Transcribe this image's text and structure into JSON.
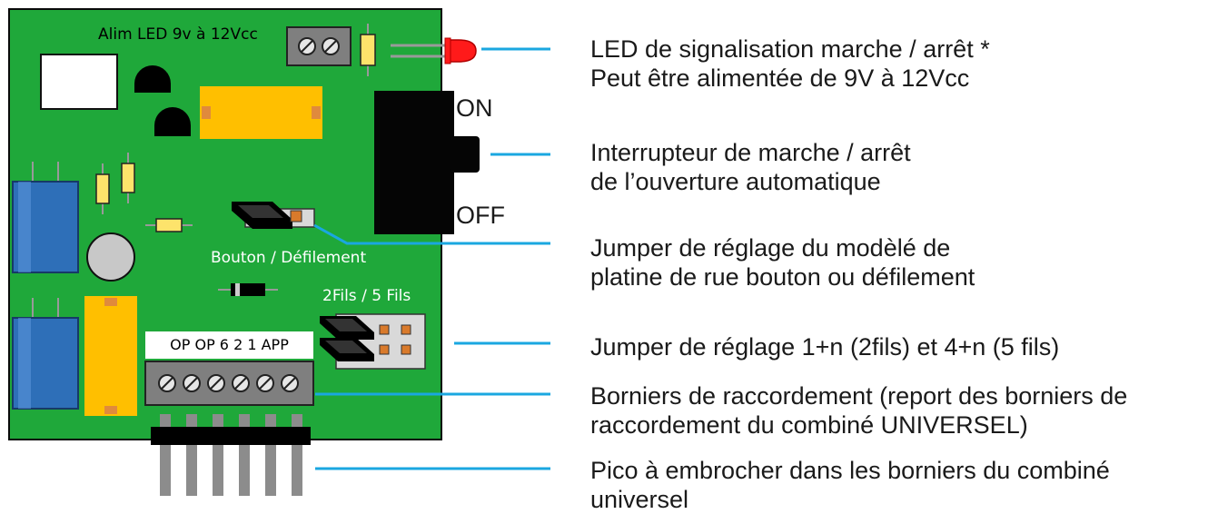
{
  "board_labels": {
    "power": "Alim LED 9v à 12Vcc",
    "jumper_bouton": "Bouton / Défilement",
    "jumper_fils": "2Fils / 5 Fils",
    "terminals": "OP OP  6  2  1 APP"
  },
  "switch": {
    "on": "ON",
    "off": "OFF"
  },
  "annotations": [
    {
      "id": "led",
      "lines": [
        "LED de signalisation marche / arrêt *",
        "Peut être alimentée de 9V à 12Vcc"
      ]
    },
    {
      "id": "interrupteur",
      "lines": [
        "Interrupteur de marche / arrêt",
        "de l’ouverture automatique"
      ]
    },
    {
      "id": "jumper-modele",
      "lines": [
        "Jumper de réglage du modèlé de",
        "platine de rue bouton ou défilement"
      ]
    },
    {
      "id": "jumper-fils",
      "lines": [
        "Jumper de réglage 1+n (2fils) et 4+n (5 fils)"
      ]
    },
    {
      "id": "borniers",
      "lines": [
        "Borniers de raccordement (report des borniers de",
        "raccordement du combiné UNIVERSEL)"
      ]
    },
    {
      "id": "pico",
      "lines": [
        "Pico à embrocher dans les borniers du combiné",
        "universel"
      ]
    }
  ],
  "colors": {
    "pcb": "#1fa83a",
    "leader": "#1aa7e0",
    "capacitor": "#2e6fb8",
    "relay": "#ffbf00",
    "led": "#ff1a1a"
  }
}
